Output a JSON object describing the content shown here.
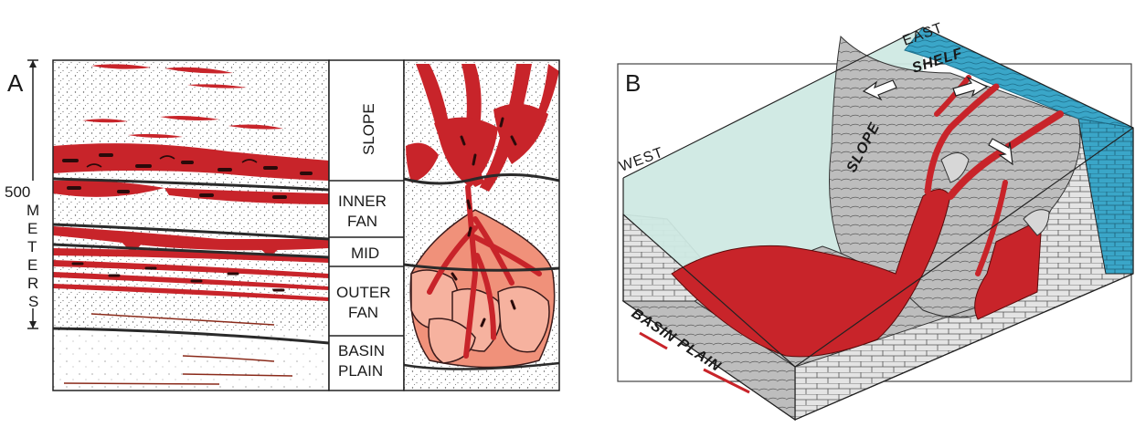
{
  "panel_a": {
    "letter": "A",
    "scale": {
      "value": "500",
      "unit_letters": [
        "M",
        "E",
        "T",
        "E",
        "R",
        "S"
      ]
    },
    "column_labels": {
      "slope": "SLOPE",
      "inner_fan": [
        "INNER",
        "FAN"
      ],
      "mid": "MID",
      "outer_fan": [
        "OUTER",
        "FAN"
      ],
      "basin_plain": [
        "BASIN",
        "PLAIN"
      ]
    }
  },
  "panel_b": {
    "letter": "B",
    "compass": {
      "east": "EAST",
      "west": "WEST"
    },
    "labels": {
      "shelf": "SHELF",
      "slope": "SLOPE",
      "basin_plain": "BASIN PLAIN"
    }
  },
  "colors": {
    "sand_red": "#c8242a",
    "fan_pink": "#f0917a",
    "water": "#3aa6c8",
    "basin_water": "#cfe9e3",
    "slope_gray": "#b9b9b9",
    "ink": "#2a2a2a"
  }
}
